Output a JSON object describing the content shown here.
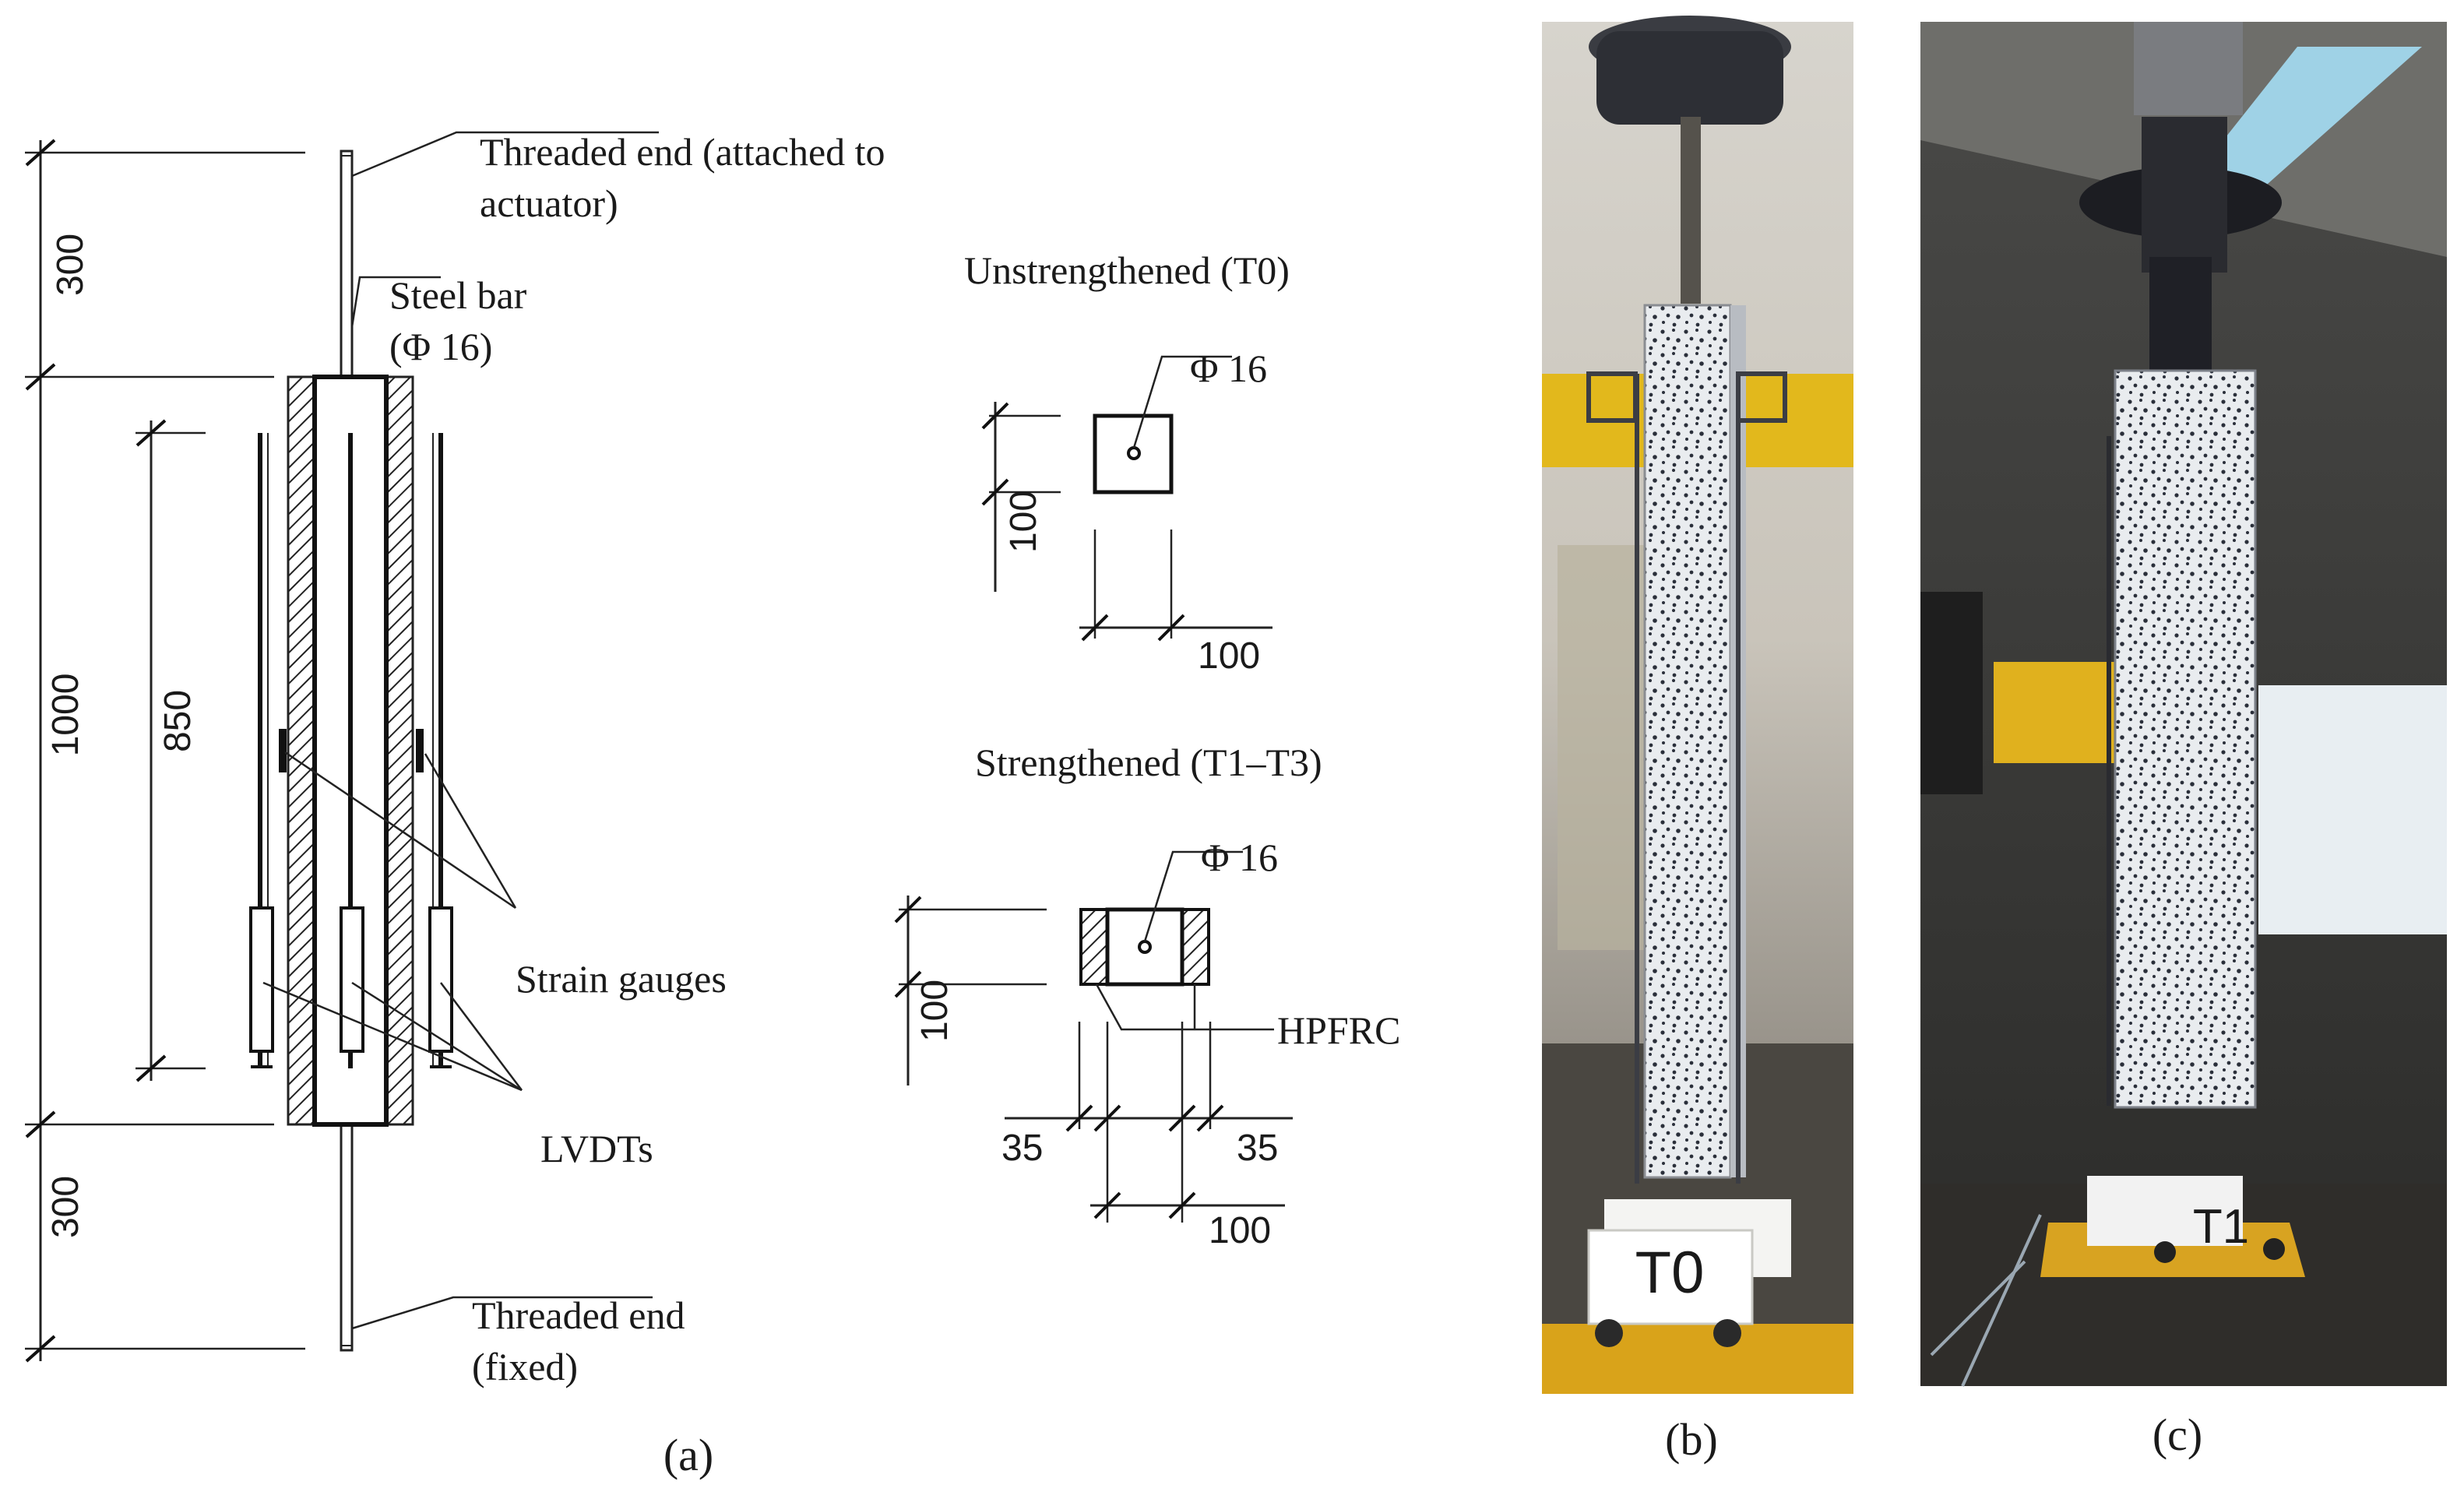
{
  "panel_a": {
    "labels": {
      "threaded_top_line1": "Threaded end (attached to",
      "threaded_top_line2": "actuator)",
      "steel_bar_line1": "Steel bar",
      "steel_bar_line2": "(Φ 16)",
      "strain_gauges": "Strain gauges",
      "lvdts": "LVDTs",
      "threaded_bottom_line1": "Threaded end",
      "threaded_bottom_line2": "(fixed)"
    },
    "dimensions": {
      "top": "300",
      "middle": "1000",
      "gauge": "850",
      "bottom": "300"
    },
    "unstrengthened": {
      "title": "Unstrengthened (T0)",
      "bar": "Φ 16",
      "height": "100",
      "width": "100"
    },
    "strengthened": {
      "title": "Strengthened (T1–T3)",
      "bar": "Φ 16",
      "height": "100",
      "layer_label": "HPFRC",
      "left_layer": "35",
      "right_layer": "35",
      "width": "100"
    },
    "caption": "(a)"
  },
  "panel_b": {
    "sign": "T0",
    "caption": "(b)"
  },
  "panel_c": {
    "sign": "T1",
    "caption": "(c)"
  }
}
